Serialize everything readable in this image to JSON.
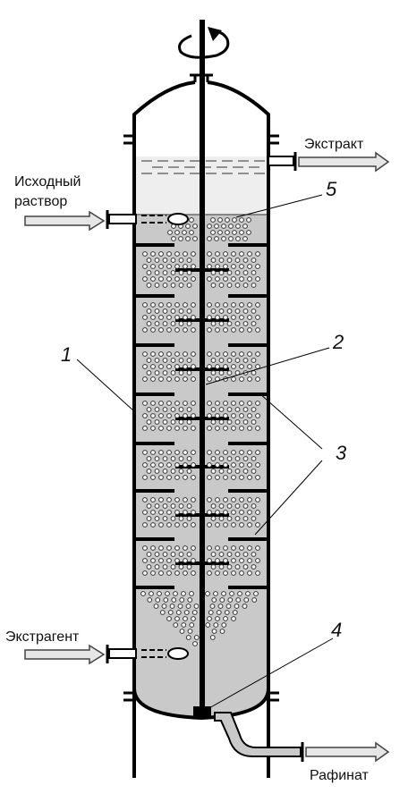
{
  "labels": {
    "extract": "Экстракт",
    "feed_line1": "Исходный",
    "feed_line2": "раствор",
    "extractant": "Экстрагент",
    "raffinate": "Рафинат"
  },
  "callouts": [
    "1",
    "2",
    "3",
    "4",
    "5"
  ],
  "colors": {
    "liquid": "#c9c9c9",
    "upper_layer": "#eeeeee",
    "stroke": "#000000",
    "arrow_fill": "#e6e6e6"
  },
  "icons": {
    "rotation": "rotation-arrow-icon"
  }
}
